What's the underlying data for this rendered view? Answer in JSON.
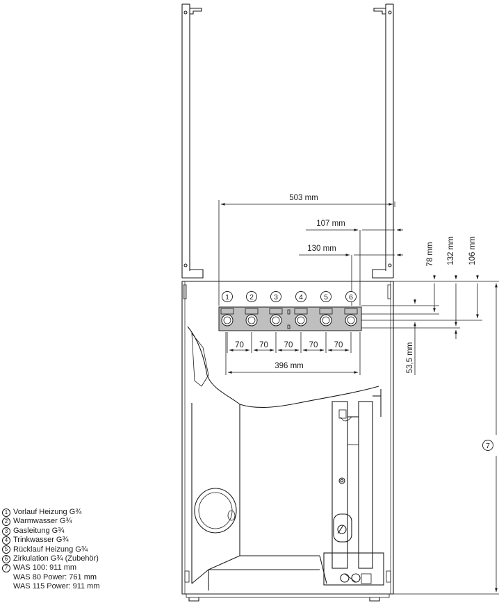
{
  "dimensions": {
    "overall_width": "503 mm",
    "offset_1": "107 mm",
    "offset_2": "130 mm",
    "vertical_a": "78 mm",
    "vertical_b": "132 mm",
    "vertical_c": "106 mm",
    "pitch": "70",
    "pipe_span": "396 mm",
    "lower_height": "53,5 mm"
  },
  "connection_numbers": [
    "1",
    "2",
    "3",
    "4",
    "5",
    "6"
  ],
  "height_marker": "7",
  "legend": [
    {
      "num": "1",
      "text": "Vorlauf Heizung G¾"
    },
    {
      "num": "2",
      "text": "Warmwasser G¾"
    },
    {
      "num": "3",
      "text": "Gasleitung G¾"
    },
    {
      "num": "4",
      "text": "Trinkwasser G¾"
    },
    {
      "num": "5",
      "text": "Rücklauf Heizung G¾"
    },
    {
      "num": "6",
      "text": "Zirkulation G¾ (Zubehör)"
    },
    {
      "num": "7",
      "text": "WAS 100: 911 mm"
    }
  ],
  "legend_extra": [
    "WAS 80 Power: 761 mm",
    "WAS 115 Power: 911 mm"
  ]
}
